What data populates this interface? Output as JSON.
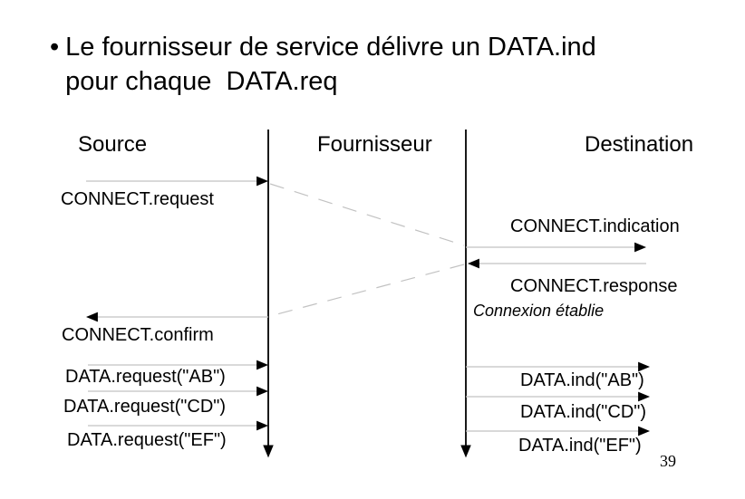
{
  "slide": {
    "bullet": "•",
    "title_line1": "Le fournisseur de service délivre un DATA.ind",
    "title_line2": "pour chaque  DATA.req",
    "page_number": "39"
  },
  "diagram": {
    "columns": {
      "source": "Source",
      "fournisseur": "Fournisseur",
      "destination": "Destination"
    },
    "messages": {
      "connect_request": "CONNECT.request",
      "connect_indication": "CONNECT.indication",
      "connect_response": "CONNECT.response",
      "connexion_etablie": "Connexion établie",
      "connect_confirm": "CONNECT.confirm",
      "data_request_ab": "DATA.request(\"AB\")",
      "data_request_cd": "DATA.request(\"CD\")",
      "data_request_ef": "DATA.request(\"EF\")",
      "data_ind_ab": "DATA.ind(\"AB\")",
      "data_ind_cd": "DATA.ind(\"CD\")",
      "data_ind_ef": "DATA.ind(\"EF\")"
    },
    "colors": {
      "background": "#ffffff",
      "text": "#000000",
      "arrow_shaft": "#c2c2c2",
      "arrow_head": "#000000",
      "lifeline": "#1a1a1a",
      "dashed_line": "#c2c2c2"
    }
  }
}
